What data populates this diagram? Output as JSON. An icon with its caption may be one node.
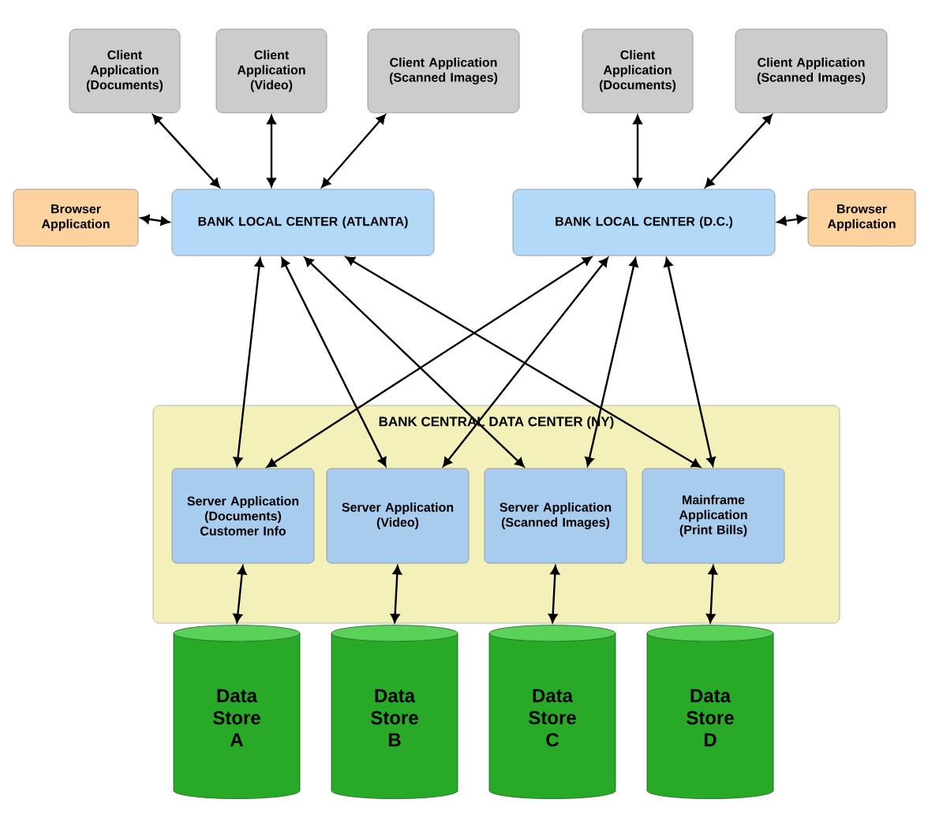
{
  "diagram": {
    "nodes": [
      {
        "text": [
          "Client Application (Documents)"
        ]
      },
      {
        "text": [
          "Client Application (Video)"
        ]
      },
      {
        "text": [
          "Client Application (Scanned Images)"
        ]
      },
      {
        "text": [
          "Client Application (Documents)"
        ]
      },
      {
        "text": [
          "Client Application (Scanned Images)"
        ]
      },
      {
        "text": [
          "Browser Application"
        ]
      },
      {
        "text": [
          "BANK LOCAL CENTER (ATLANTA)"
        ]
      },
      {
        "text": [
          "BANK LOCAL CENTER (D.C.)"
        ]
      },
      {
        "text": [
          "Browser Application"
        ]
      },
      {
        "text": [
          "BANK CENTRAL DATA CENTER (NY)"
        ]
      },
      {
        "text": [
          "Server Application (Documents) Customer Info"
        ],
        "in": 9
      },
      {
        "text": [
          "Server Application (Video)"
        ],
        "in": 9
      },
      {
        "text": [
          "Server Application (Scanned Images)"
        ],
        "in": 9
      },
      {
        "text": [
          "Mainframe Application (Print Bills)"
        ],
        "in": 9
      },
      {
        "text": [
          "Data Store A"
        ]
      },
      {
        "text": [
          "Data Store B"
        ]
      },
      {
        "text": [
          "Data Store C"
        ]
      },
      {
        "text": [
          "Data Store D"
        ]
      }
    ],
    "edges": [
      {
        "from": 0,
        "to": 6,
        "arrow": "both"
      },
      {
        "from": 1,
        "to": 6,
        "arrow": "both"
      },
      {
        "from": 2,
        "to": 6,
        "arrow": "both"
      },
      {
        "from": 3,
        "to": 7,
        "arrow": "both"
      },
      {
        "from": 4,
        "to": 7,
        "arrow": "both"
      },
      {
        "from": 5,
        "to": 6,
        "arrow": "both"
      },
      {
        "from": 8,
        "to": 7,
        "arrow": "both"
      },
      {
        "from": 6,
        "to": 10,
        "arrow": "both"
      },
      {
        "from": 6,
        "to": 11,
        "arrow": "both"
      },
      {
        "from": 6,
        "to": 12,
        "arrow": "both"
      },
      {
        "from": 6,
        "to": 13,
        "arrow": "both"
      },
      {
        "from": 7,
        "to": 10,
        "arrow": "both"
      },
      {
        "from": 7,
        "to": 11,
        "arrow": "both"
      },
      {
        "from": 7,
        "to": 12,
        "arrow": "both"
      },
      {
        "from": 7,
        "to": 13,
        "arrow": "both"
      },
      {
        "from": 10,
        "to": 14,
        "arrow": "both"
      },
      {
        "from": 11,
        "to": 15,
        "arrow": "both"
      },
      {
        "from": 12,
        "to": 16,
        "arrow": "both"
      },
      {
        "from": 13,
        "to": 17,
        "arrow": "both"
      }
    ]
  }
}
